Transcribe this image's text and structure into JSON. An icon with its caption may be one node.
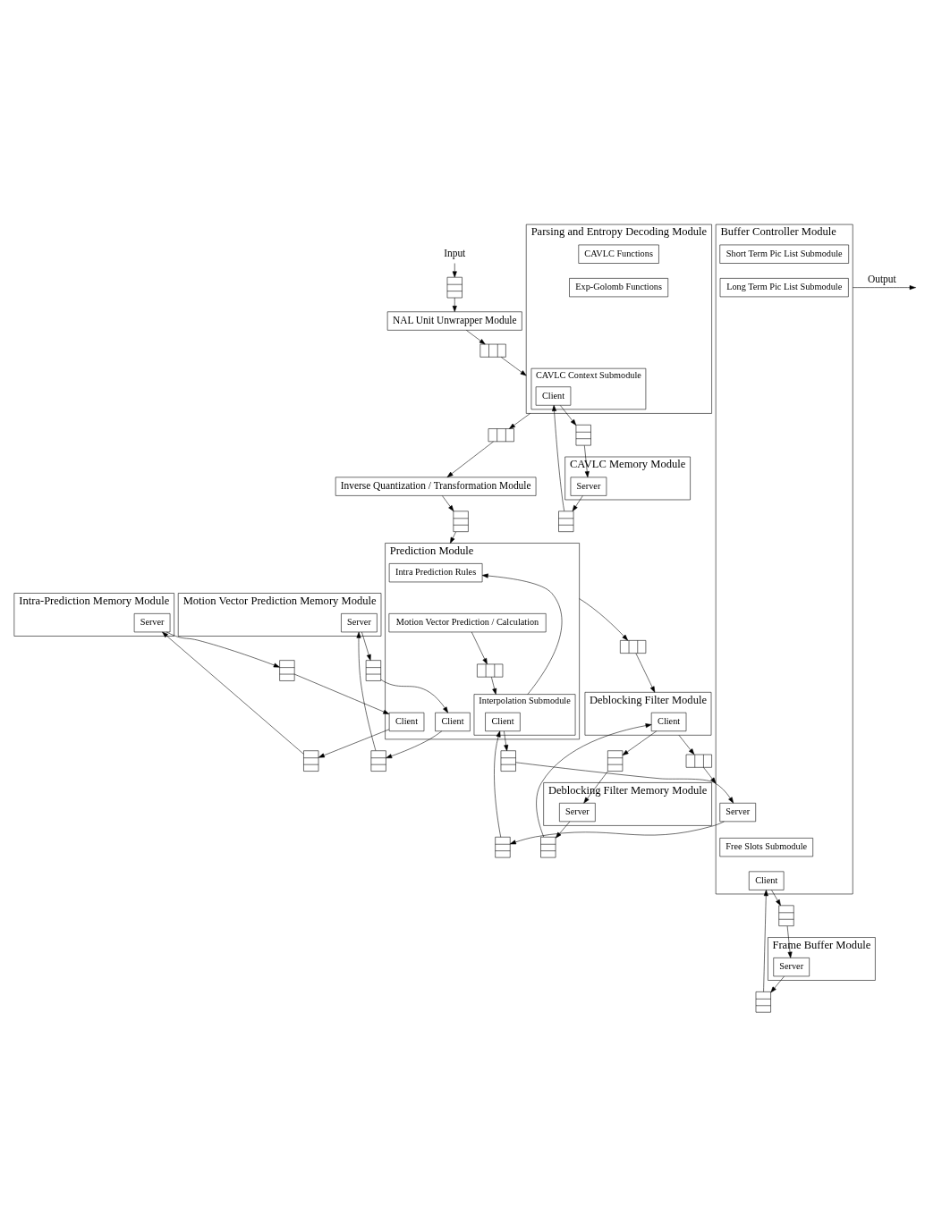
{
  "diagram": {
    "nodes": [
      {
        "text": [
          "Input"
        ]
      },
      {
        "text": [],
        "shape": "queue"
      },
      {
        "text": [
          "NAL Unit Unwrapper Module"
        ]
      },
      {
        "text": [],
        "shape": "queue"
      },
      {
        "text": [
          "Parsing and Entropy Decoding Module"
        ]
      },
      {
        "text": [
          "CAVLC Context Submodule"
        ],
        "in": 4
      },
      {
        "text": [
          "Client"
        ],
        "in": 5
      },
      {
        "text": [
          "CAVLC Functions"
        ],
        "in": 4
      },
      {
        "text": [
          "Exp-Golomb Functions"
        ],
        "in": 4
      },
      {
        "text": [],
        "shape": "queue"
      },
      {
        "text": [],
        "shape": "queue"
      },
      {
        "text": [
          "CAVLC Memory Module"
        ]
      },
      {
        "text": [
          "Server"
        ],
        "in": 11
      },
      {
        "text": [],
        "shape": "queue"
      },
      {
        "text": [
          "Inverse Quantization / Transformation Module"
        ]
      },
      {
        "text": [],
        "shape": "queue"
      },
      {
        "text": [
          "Prediction Module"
        ]
      },
      {
        "text": [
          "Intra Prediction Rules"
        ],
        "in": 16
      },
      {
        "text": [
          "Motion Vector Prediction / Calculation"
        ],
        "in": 16
      },
      {
        "text": [],
        "shape": "queue",
        "in": 16
      },
      {
        "text": [
          "Interpolation Submodule"
        ],
        "in": 16
      },
      {
        "text": [
          "Client"
        ],
        "in": 20
      },
      {
        "text": [
          "Client"
        ],
        "in": 16
      },
      {
        "text": [
          "Client"
        ],
        "in": 16
      },
      {
        "text": [],
        "shape": "queue"
      },
      {
        "text": [],
        "shape": "queue"
      },
      {
        "text": [],
        "shape": "queue"
      },
      {
        "text": [],
        "shape": "queue"
      },
      {
        "text": [],
        "shape": "queue"
      },
      {
        "text": [],
        "shape": "queue"
      },
      {
        "text": [
          "Motion Vector Prediction Memory Module"
        ]
      },
      {
        "text": [
          "Server"
        ],
        "in": 30
      },
      {
        "text": [
          "Intra-Prediction Memory Module"
        ]
      },
      {
        "text": [
          "Server"
        ],
        "in": 32
      },
      {
        "text": [],
        "shape": "queue"
      },
      {
        "text": [
          "Deblocking Filter Module"
        ]
      },
      {
        "text": [
          "Client"
        ],
        "in": 35
      },
      {
        "text": [],
        "shape": "queue"
      },
      {
        "text": [],
        "shape": "queue"
      },
      {
        "text": [
          "Deblocking Filter Memory Module"
        ]
      },
      {
        "text": [
          "Server"
        ],
        "in": 39
      },
      {
        "text": [],
        "shape": "queue"
      },
      {
        "text": [
          "Buffer Controller Module"
        ]
      },
      {
        "text": [
          "Server"
        ],
        "in": 42
      },
      {
        "text": [
          "Short Term Pic List Submodule"
        ],
        "in": 42
      },
      {
        "text": [
          "Free Slots Submodule"
        ],
        "in": 42
      },
      {
        "text": [
          "Long Term Pic List Submodule"
        ],
        "in": 42
      },
      {
        "text": [
          "Client"
        ],
        "in": 42
      },
      {
        "text": [],
        "shape": "queue"
      },
      {
        "text": [],
        "shape": "queue"
      },
      {
        "text": [
          "Frame Buffer Module"
        ]
      },
      {
        "text": [
          "Server"
        ],
        "in": 50
      }
    ],
    "edges": [
      {
        "from": 0,
        "to": 1,
        "arrow": "to"
      },
      {
        "from": 1,
        "to": 2,
        "arrow": "to"
      },
      {
        "from": 2,
        "to": 3,
        "arrow": "to"
      },
      {
        "from": 3,
        "to": 4,
        "arrow": "to"
      },
      {
        "from": 6,
        "to": 9,
        "arrow": "to"
      },
      {
        "from": 9,
        "to": 12,
        "arrow": "to"
      },
      {
        "from": 12,
        "to": 10,
        "arrow": "to"
      },
      {
        "from": 10,
        "to": 6,
        "arrow": "to"
      },
      {
        "from": 4,
        "to": 13,
        "arrow": "to"
      },
      {
        "from": 13,
        "to": 14,
        "arrow": "to"
      },
      {
        "from": 14,
        "to": 15,
        "arrow": "to"
      },
      {
        "from": 15,
        "to": 16,
        "arrow": "to"
      },
      {
        "from": 20,
        "to": 17,
        "arrow": "to"
      },
      {
        "from": 18,
        "to": 19,
        "arrow": "to"
      },
      {
        "from": 19,
        "to": 20,
        "arrow": "to"
      },
      {
        "from": 22,
        "to": 24,
        "arrow": "to"
      },
      {
        "from": 24,
        "to": 31,
        "arrow": "to"
      },
      {
        "from": 31,
        "to": 25,
        "arrow": "to"
      },
      {
        "from": 25,
        "to": 22,
        "arrow": "to"
      },
      {
        "from": 23,
        "to": 26,
        "arrow": "to"
      },
      {
        "from": 26,
        "to": 33,
        "arrow": "to"
      },
      {
        "from": 33,
        "to": 27,
        "arrow": "to"
      },
      {
        "from": 27,
        "to": 23,
        "arrow": "to"
      },
      {
        "from": 21,
        "to": 28,
        "arrow": "to"
      },
      {
        "from": 28,
        "to": 43,
        "arrow": "to"
      },
      {
        "from": 43,
        "to": 29,
        "arrow": "to"
      },
      {
        "from": 29,
        "to": 21,
        "arrow": "to"
      },
      {
        "from": 16,
        "to": 34,
        "arrow": "to"
      },
      {
        "from": 34,
        "to": 35,
        "arrow": "to"
      },
      {
        "from": 36,
        "to": 37,
        "arrow": "to"
      },
      {
        "from": 37,
        "to": 40,
        "arrow": "to"
      },
      {
        "from": 40,
        "to": 38,
        "arrow": "to"
      },
      {
        "from": 38,
        "to": 36,
        "arrow": "to"
      },
      {
        "from": 35,
        "to": 41,
        "arrow": "to"
      },
      {
        "from": 41,
        "to": 42,
        "arrow": "to"
      },
      {
        "from": 42,
        "to": null,
        "arrow": "to",
        "label": "Output"
      },
      {
        "from": 47,
        "to": 48,
        "arrow": "to"
      },
      {
        "from": 48,
        "to": 51,
        "arrow": "to"
      },
      {
        "from": 51,
        "to": 49,
        "arrow": "to"
      },
      {
        "from": 49,
        "to": 47,
        "arrow": "to"
      }
    ]
  }
}
